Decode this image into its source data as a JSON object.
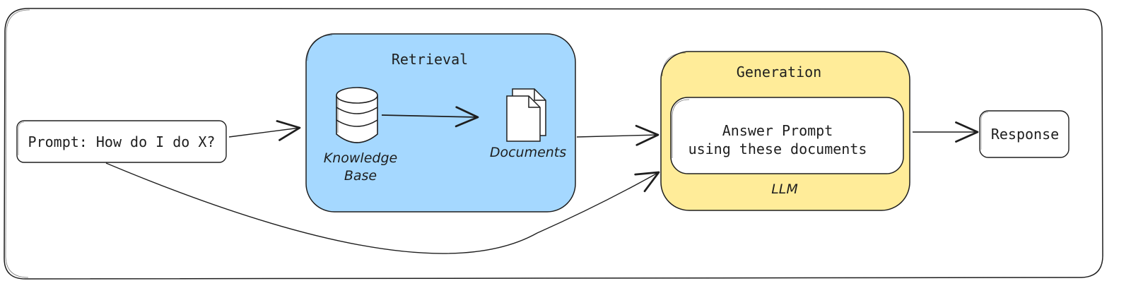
{
  "prompt": {
    "text": "Prompt: How do I do X?"
  },
  "retrieval": {
    "title": "Retrieval",
    "knowledge_base_line1": "Knowledge",
    "knowledge_base_line2": "Base",
    "documents_label": "Documents",
    "fill_color": "#a5d8ff"
  },
  "generation": {
    "title": "Generation",
    "instruction_line1": "Answer Prompt",
    "instruction_line2": "using these documents",
    "llm_label": "LLM",
    "fill_color": "#ffec99"
  },
  "response": {
    "text": "Response"
  },
  "icons": {
    "knowledge_base": "database-icon",
    "documents": "documents-icon"
  }
}
